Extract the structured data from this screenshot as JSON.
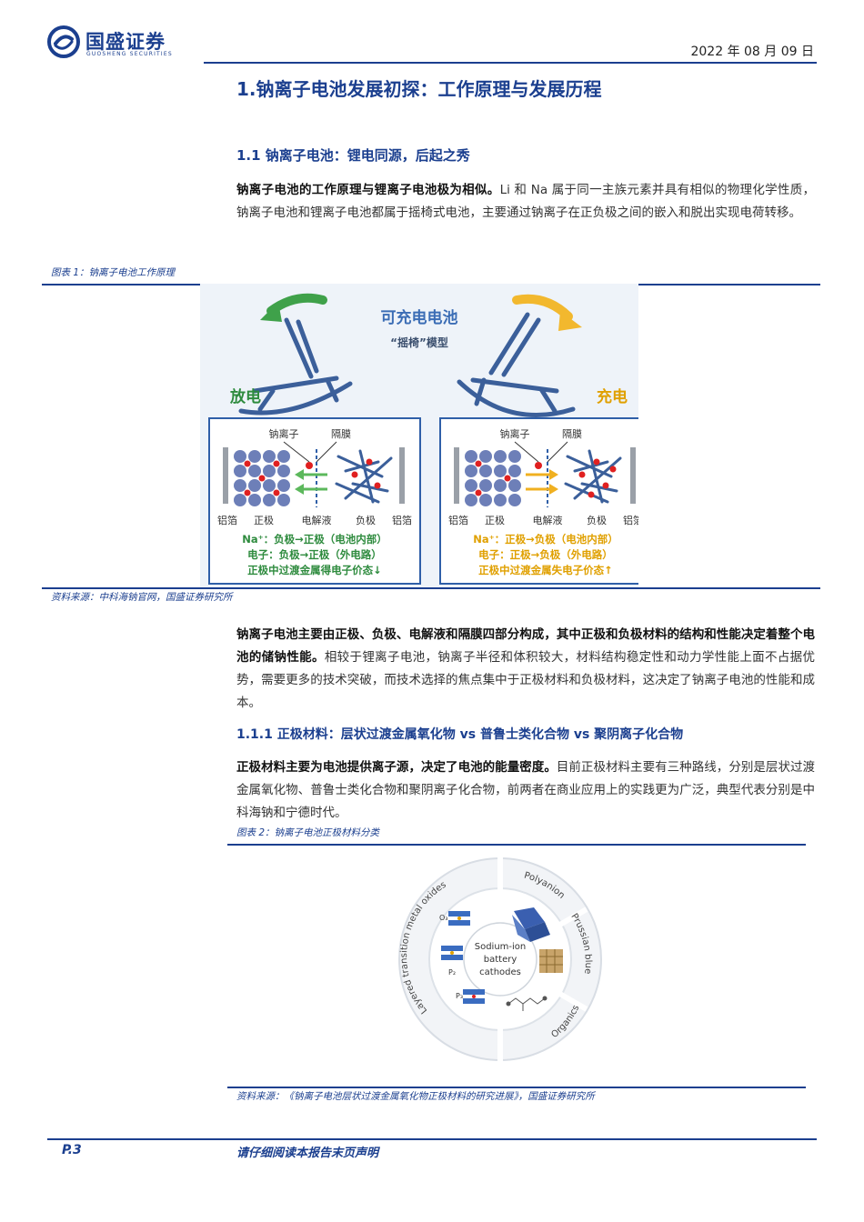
{
  "header": {
    "company_cn": "国盛证券",
    "company_en": "GUOSHENG SECURITIES",
    "date": "2022 年 08 月 09 日"
  },
  "section1": {
    "title": "1.钠离子电池发展初探：工作原理与发展历程"
  },
  "section1_1": {
    "title": "1.1 钠离子电池：锂电同源，后起之秀",
    "para_bold": "钠离子电池的工作原理与锂离子电池极为相似。",
    "para_rest": "Li 和 Na 属于同一主族元素并具有相似的物理化学性质，钠离子电池和锂离子电池都属于摇椅式电池，主要通过钠离子在正负极之间的嵌入和脱出实现电荷转移。"
  },
  "figure1": {
    "caption": "图表 1：钠离子电池工作原理",
    "source": "资料来源：中科海钠官网，国盛证券研究所",
    "title": "可充电电池",
    "subtitle": "“摇椅”模型",
    "discharge": {
      "label": "放电",
      "ion_label": "钠离子",
      "separator_label": "隔膜",
      "layers": [
        "铝箔",
        "正极",
        "电解液",
        "负极",
        "铝箔"
      ],
      "line1": "Na⁺：负极→正极（电池内部）",
      "line2": "电子：负极→正极（外电路）",
      "line3": "正极中过渡金属得电子价态↓"
    },
    "charge": {
      "label": "充电",
      "ion_label": "钠离子",
      "separator_label": "隔膜",
      "layers": [
        "铝箔",
        "正极",
        "电解液",
        "负极",
        "铝箔"
      ],
      "line1": "Na⁺：正极→负极（电池内部）",
      "line2": "电子：正极→负极（外电路）",
      "line3": "正极中过渡金属失电子价态↑"
    },
    "colors": {
      "discharge": "#2e8b3e",
      "charge": "#e0a000",
      "frame": "#1b3f8f"
    }
  },
  "para2": {
    "bold": "钠离子电池主要由正极、负极、电解液和隔膜四部分构成，其中正极和负极材料的结构和性能决定着整个电池的储钠性能。",
    "rest": "相较于锂离子电池，钠离子半径和体积较大，材料结构稳定性和动力学性能上面不占据优势，需要更多的技术突破，而技术选择的焦点集中于正极材料和负极材料，这决定了钠离子电池的性能和成本。"
  },
  "section1_1_1": {
    "title": "1.1.1 正极材料：层状过渡金属氧化物 vs 普鲁士类化合物 vs 聚阴离子化合物",
    "para_bold": "正极材料主要为电池提供离子源，决定了电池的能量密度。",
    "para_rest": "目前正极材料主要有三种路线，分别是层状过渡金属氧化物、普鲁士类化合物和聚阴离子化合物，前两者在商业应用上的实践更为广泛，典型代表分别是中科海钠和宁德时代。"
  },
  "figure2": {
    "caption": "图表 2：钠离子电池正极材料分类",
    "source": "资料来源：《钠离子电池层状过渡金属氧化物正极材料的研究进展》，国盛证券研究所",
    "center_lines": [
      "Sodium-ion",
      "battery",
      "cathodes"
    ],
    "segments": [
      "Polyanion",
      "Prussian blue",
      "Organics",
      "Layered transition metal oxides"
    ],
    "phases": [
      "O₃",
      "P₂",
      "P₃"
    ]
  },
  "footer": {
    "page": "P.3",
    "disclaimer": "请仔细阅读本报告末页声明"
  }
}
